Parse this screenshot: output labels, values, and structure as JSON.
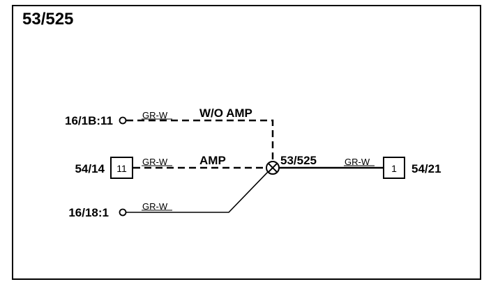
{
  "title": "53/525",
  "splice": {
    "label": "53/525"
  },
  "connectors": {
    "top_left": {
      "label": "16/1B:11",
      "wire_color": "GR-W",
      "option": "W/O AMP"
    },
    "mid_left": {
      "label": "54/14",
      "pin": "11",
      "wire_color": "GR-W",
      "option": "AMP"
    },
    "bottom_left": {
      "label": "16/18:1",
      "wire_color": "GR-W"
    },
    "right": {
      "label": "54/21",
      "pin": "1",
      "wire_color": "GR-W"
    }
  }
}
